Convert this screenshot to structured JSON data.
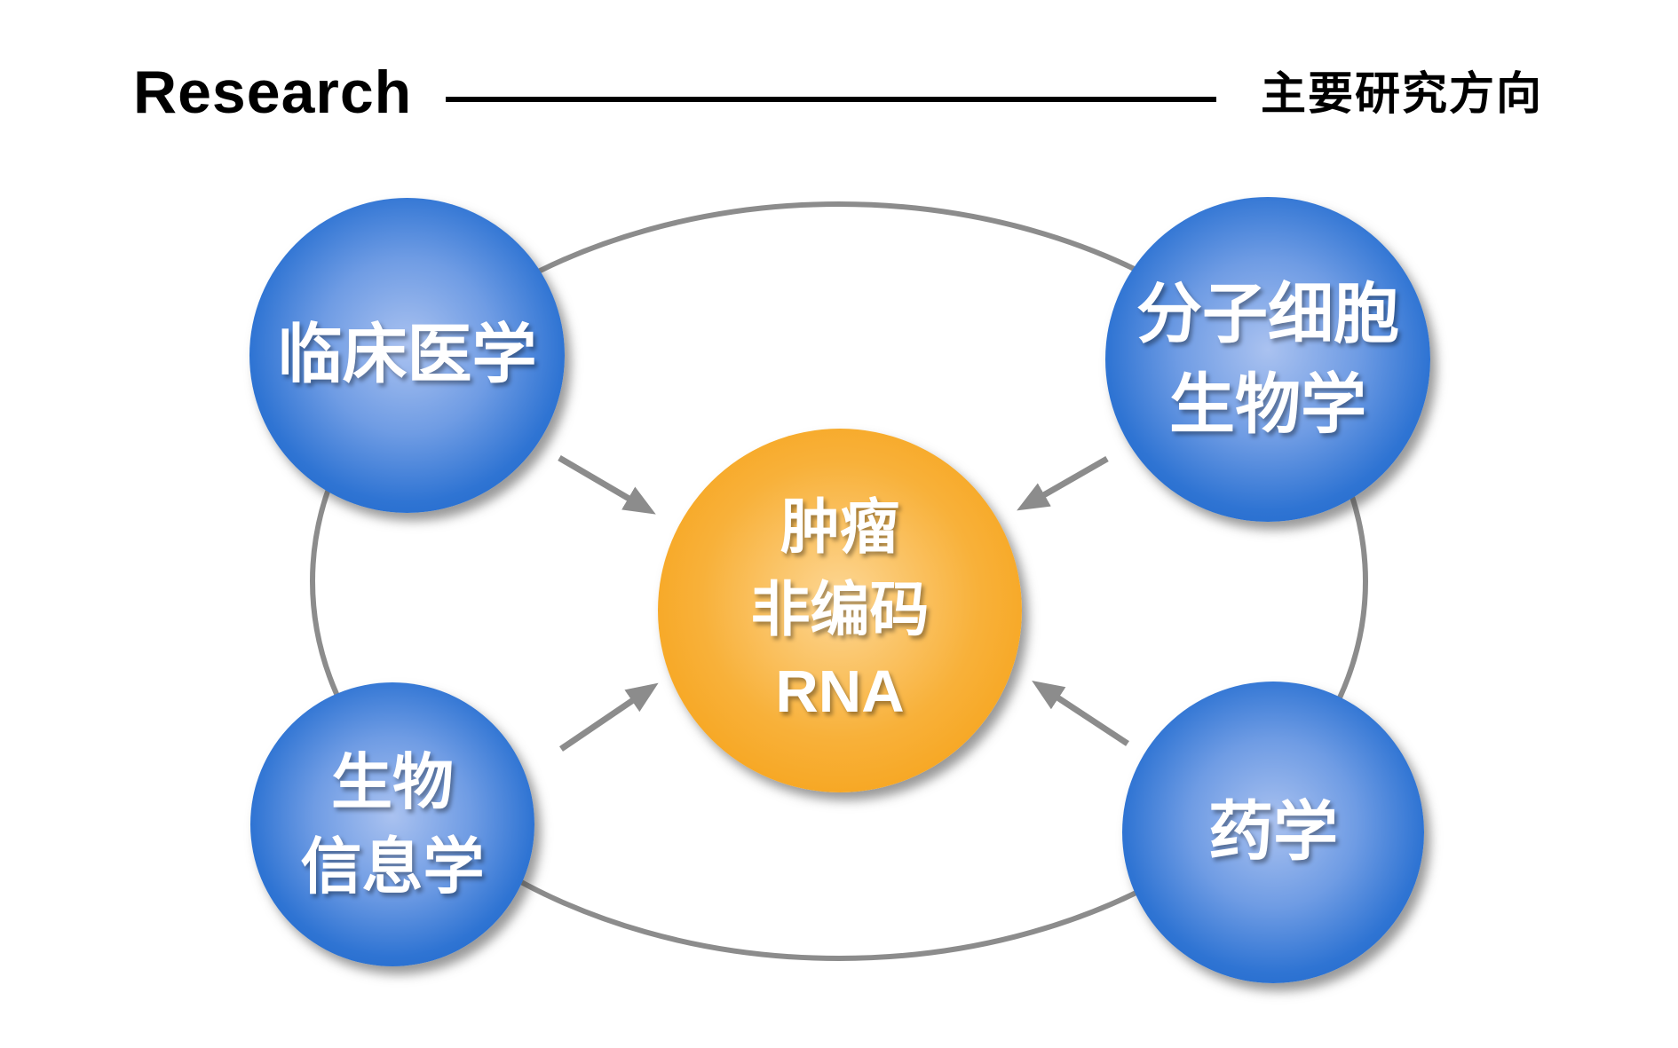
{
  "header": {
    "title": "Research",
    "subtitle": "主要研究方向"
  },
  "diagram": {
    "colors": {
      "connector": "#8c8c8c",
      "blue_edge": "#1560c4",
      "blue_mid": "#2f74d3",
      "blue_light": "#aac2f0",
      "orange_edge": "#f59c0a",
      "orange_mid": "#f8b13a",
      "orange_light": "#fdd795",
      "text": "#ffffff"
    },
    "center": {
      "id": "tumor-noncoding-rna",
      "lines": [
        "肿瘤",
        "非编码",
        "RNA"
      ]
    },
    "nodes": [
      {
        "id": "clinical-medicine",
        "lines": [
          "临床医学",
          ""
        ]
      },
      {
        "id": "molecular-cell-biology",
        "lines": [
          "分子细胞",
          "生物学"
        ]
      },
      {
        "id": "bioinformatics",
        "lines": [
          "生物",
          "信息学"
        ]
      },
      {
        "id": "pharmacy",
        "lines": [
          "药学",
          ""
        ]
      }
    ]
  }
}
